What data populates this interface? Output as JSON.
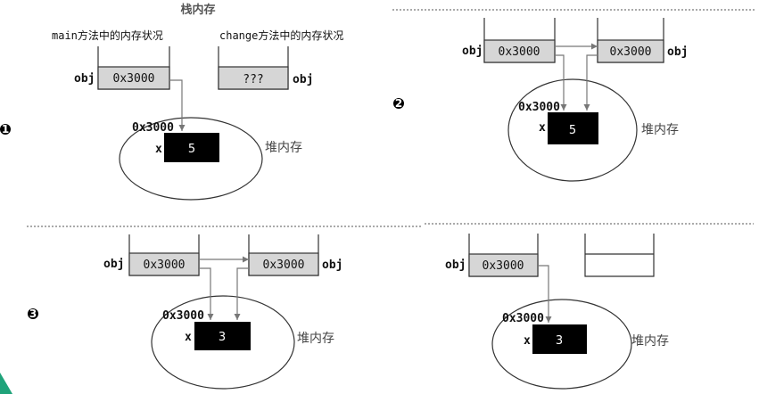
{
  "title": "栈内存",
  "main_label": "main方法中的内存状况",
  "change_label": "change方法中的内存状况",
  "heap_label": "堆内存",
  "var_name": "obj",
  "addr": "0x3000",
  "field_name": "x",
  "unknown_value": "???",
  "panels": {
    "p1": {
      "step": "1",
      "x_value": "5"
    },
    "p2": {
      "step": "2",
      "x_value": "5"
    },
    "p3": {
      "step": "3",
      "x_value": "3"
    },
    "p4": {
      "x_value": "3"
    }
  },
  "colors": {
    "cell": "#d6d6d6",
    "object": "#000000",
    "arrow": "#777777"
  }
}
